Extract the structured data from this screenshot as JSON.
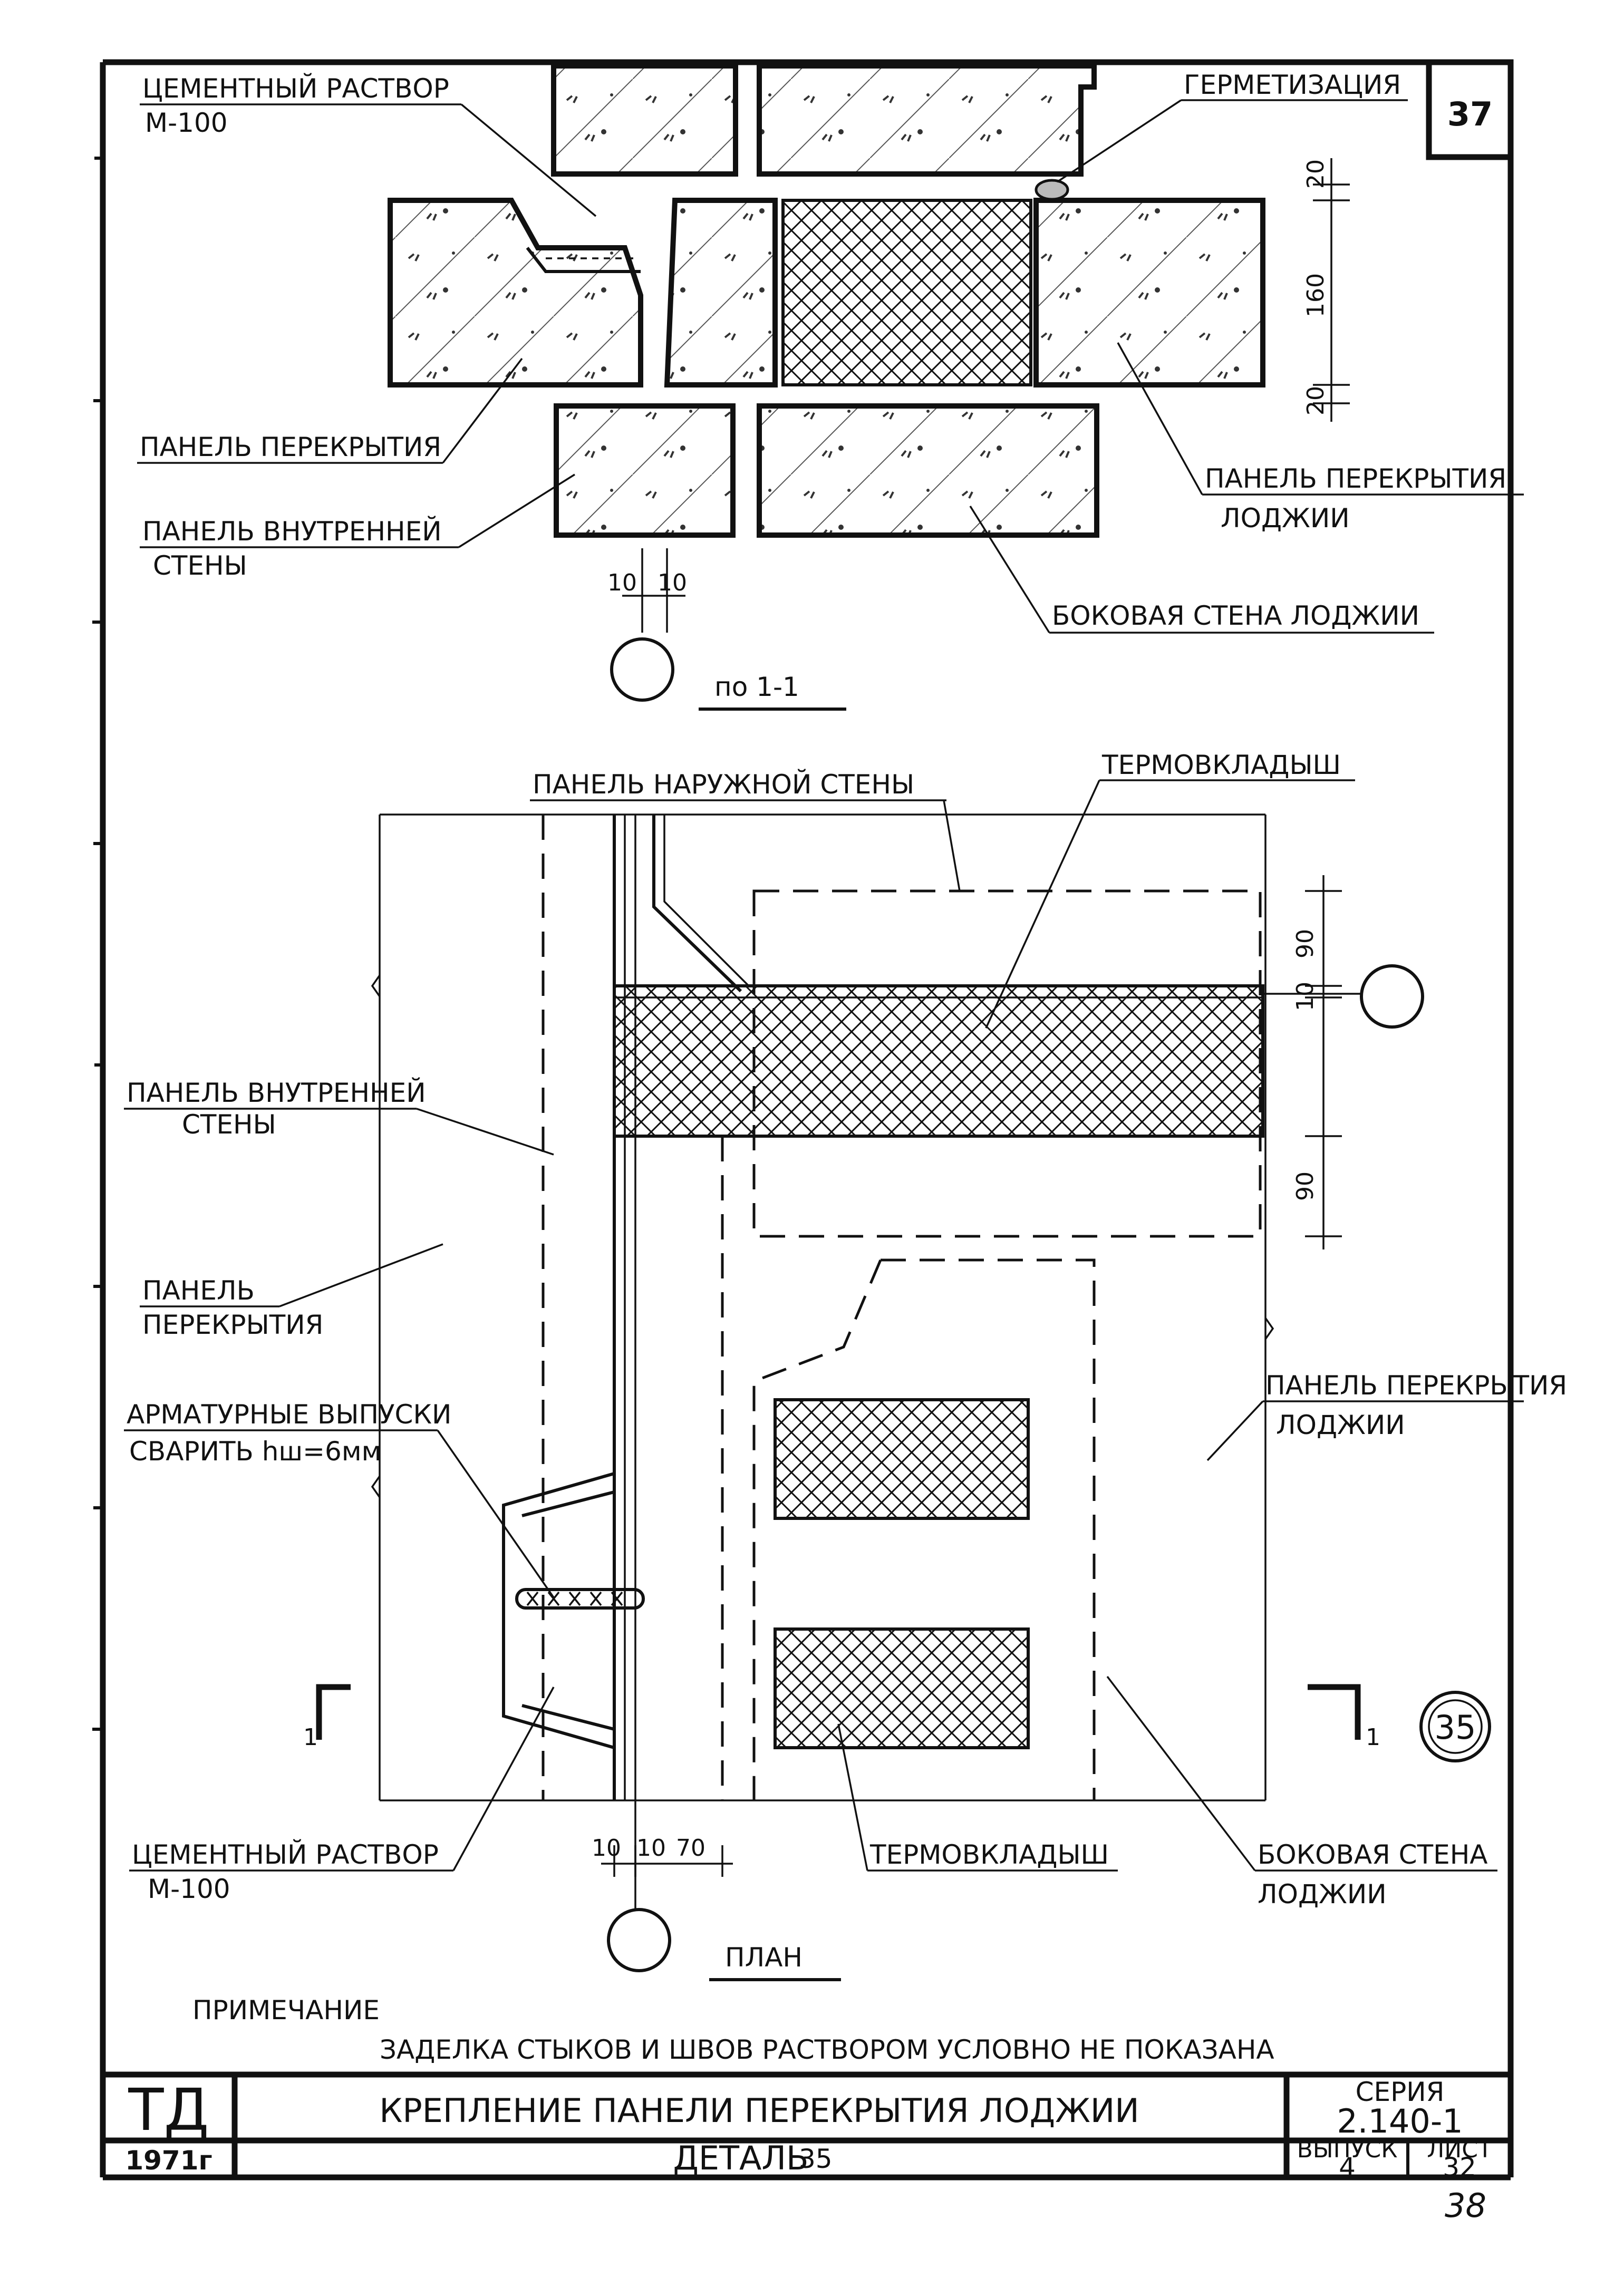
{
  "sheet_number": "37",
  "section": {
    "labels": {
      "cement_mortar": "ЦЕМЕНТНЫЙ РАСТВОР",
      "mortar_grade": "М-100",
      "sealing": "ГЕРМЕТИЗАЦИЯ",
      "floor_panel": "ПАНЕЛЬ ПЕРЕКРЫТИЯ",
      "inner_wall_panel_1": "ПАНЕЛЬ ВНУТРЕННЕЙ",
      "inner_wall_panel_2": "СТЕНЫ",
      "loggia_floor_panel_1": "ПАНЕЛЬ ПЕРЕКРЫТИЯ",
      "loggia_floor_panel_2": "ЛОДЖИИ",
      "loggia_side_wall": "БОКОВАЯ СТЕНА ЛОДЖИИ"
    },
    "dims": {
      "d20_top": "20",
      "d160": "160",
      "d20_bottom": "20",
      "d10_left": "10",
      "d10_right": "10"
    },
    "caption": "по 1-1"
  },
  "plan": {
    "labels": {
      "outer_wall_panel": "ПАНЕЛЬ НАРУЖНОЙ СТЕНЫ",
      "thermal_insert_top": "ТЕРМОВКЛАДЫШ",
      "inner_wall_panel_1": "ПАНЕЛЬ ВНУТРЕННЕЙ",
      "inner_wall_panel_2": "СТЕНЫ",
      "floor_panel_1": "ПАНЕЛЬ",
      "floor_panel_2": "ПЕРЕКРЫТИЯ",
      "rebar_1": "АРМАТУРНЫЕ ВЫПУСКИ",
      "rebar_2": "СВАРИТЬ hш=6мм",
      "loggia_floor_panel_1": "ПАНЕЛЬ ПЕРЕКРЫТИЯ",
      "loggia_floor_panel_2": "ЛОДЖИИ",
      "cement_mortar": "ЦЕМЕНТНЫЙ РАСТВОР",
      "mortar_grade": "М-100",
      "thermal_insert_bottom": "ТЕРМОВКЛАДЫШ",
      "loggia_side_wall_1": "БОКОВАЯ СТЕНА",
      "loggia_side_wall_2": "ЛОДЖИИ",
      "cut_left": "1",
      "cut_right": "1",
      "detail_ref": "35"
    },
    "dims": {
      "d90_top": "90",
      "d10_mid": "10",
      "d90_bottom": "90",
      "b10_a": "10",
      "b10_b": "10",
      "b70": "70"
    },
    "caption": "ПЛАН"
  },
  "note": {
    "heading": "ПРИМЕЧАНИЕ",
    "text": "ЗАДЕЛКА СТЫКОВ И ШВОВ РАСТВОРОМ УСЛОВНО НЕ ПОКАЗАНА"
  },
  "title_block": {
    "org": "ТД",
    "year": "1971г",
    "title": "КРЕПЛЕНИЕ ПАНЕЛИ ПЕРЕКРЫТИЯ ЛОДЖИИ",
    "subtitle_word": "ДЕТАЛЬ",
    "subtitle_num": "35",
    "series_label": "СЕРИЯ",
    "series_value": "2.140-1",
    "issue_label": "ВЫПУСК",
    "issue_value": "4",
    "sheet_label": "ЛИСТ",
    "sheet_value": "32"
  },
  "page_number": "38"
}
